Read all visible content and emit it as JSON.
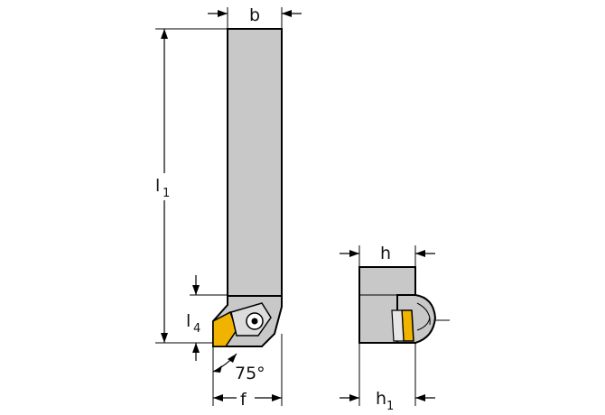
{
  "labels": {
    "b": "b",
    "l1_main": "l",
    "l1_sub": "1",
    "l4_main": "l",
    "l4_sub": "4",
    "angle": "75°",
    "f": "f",
    "h": "h",
    "h1_main": "h",
    "h1_sub": "1"
  },
  "colors": {
    "shank": "#c8c8c8",
    "insert": "#f0b400",
    "outline": "#000000"
  }
}
